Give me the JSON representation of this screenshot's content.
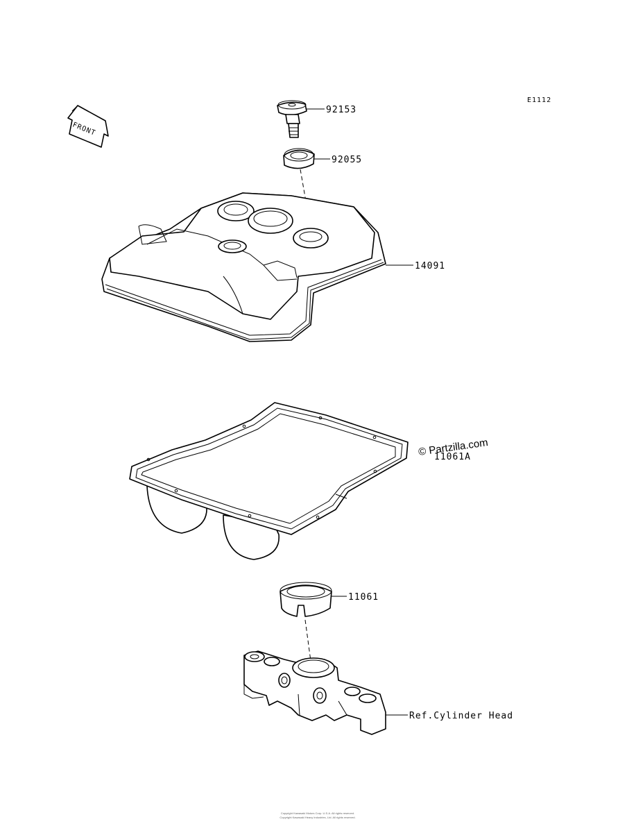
{
  "diagram_code": "E1112",
  "front_arrow_label": "FRONT",
  "watermark": "© Partzilla.com",
  "parts": [
    {
      "number": "92153"
    },
    {
      "number": "92055"
    },
    {
      "number": "14091"
    },
    {
      "number": "11061A"
    },
    {
      "number": "11061"
    },
    {
      "number": "Ref.Cylinder Head"
    }
  ],
  "footer_lines": [
    "Copyright Kawasaki Motors Corp. U.S.A. All rights reserved.",
    "Copyright Kawasaki Heavy Industries, Ltd. All rights reserved."
  ]
}
